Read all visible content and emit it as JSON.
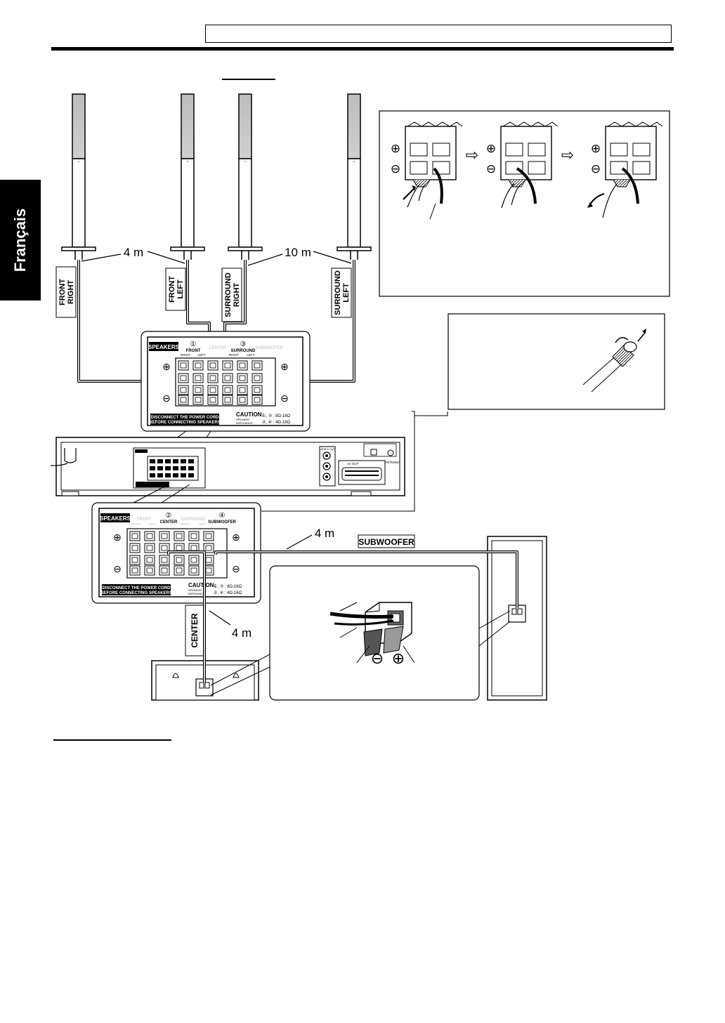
{
  "sidebar": {
    "language": "Français"
  },
  "speakers_top": {
    "front_right": [
      "FRONT",
      "RIGHT"
    ],
    "front_left": [
      "FRONT",
      "LEFT"
    ],
    "surround_right": [
      "SURROUND",
      "RIGHT"
    ],
    "surround_left": [
      "SURROUND",
      "LEFT"
    ],
    "front_distance": "4 m",
    "surround_distance": "10 m"
  },
  "terminal_panel_top": {
    "speakers": "SPEAKERS",
    "ch1_num": "①",
    "ch1_name": "FRONT",
    "ch3_num": "③",
    "ch3_name": "SURROUND",
    "right": "RIGHT",
    "left": "LEFT",
    "subwoofer_faded": "SUBWOOFER",
    "center_faded": "CENTER",
    "plus": "⊕",
    "minus": "⊖",
    "disconnect_1": "DISCONNECT THE POWER CORD",
    "disconnect_2": "BEFORE CONNECTING SPEAKERS",
    "caution": "CAUTION:",
    "speaker": "SPEAKER",
    "impedance": "IMPEDANCE",
    "imp_line1": "①, ③ : 8Ω-16Ω",
    "imp_line2": "②, ④ : 4Ω-16Ω"
  },
  "receiver": {
    "video_out": "VIDEO OUT",
    "av_out": "AV OUT",
    "antenna": "ANTENNA"
  },
  "terminal_panel_bottom": {
    "speakers": "SPEAKERS",
    "front_faded": "FRONT",
    "right_faded": "RIGHT",
    "left_faded": "LEFT",
    "ch2_num": "②",
    "ch2_name": "CENTER",
    "surround_faded": "SURROUND",
    "ch4_num": "④",
    "ch4_name": "SUBWOOFER",
    "disconnect_1": "DISCONNECT THE POWER CORD",
    "disconnect_2": "BEFORE CONNECTING SPEAKERS",
    "caution": "CAUTION:",
    "speaker": "SPEAKER",
    "impedance": "IMPEDANCE",
    "imp_line1": "①, ③ : 8Ω-16Ω",
    "imp_line2": "②, ④ : 4Ω-16Ω"
  },
  "lower_speakers": {
    "subwoofer": "SUBWOOFER",
    "center": "CENTER",
    "sub_distance": "4 m",
    "center_distance": "4 m"
  },
  "symbols": {
    "plus": "⊕",
    "minus": "⊖",
    "arrow": "⇨"
  }
}
